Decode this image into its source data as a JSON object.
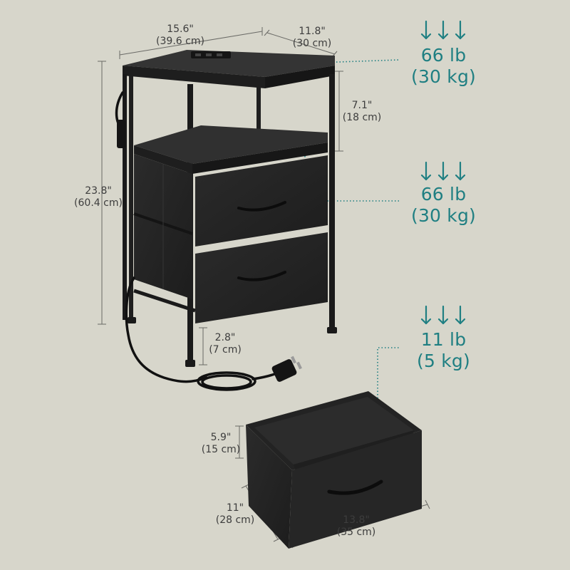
{
  "colors": {
    "background": "#d7d6cb",
    "accent": "#1f7f82",
    "dimension_text": "#3d3d3d",
    "furniture": "#262626"
  },
  "dimensions": {
    "top_width": {
      "in": "15.6\"",
      "cm": "(39.6 cm)"
    },
    "top_depth": {
      "in": "11.8\"",
      "cm": "(30 cm)"
    },
    "height": {
      "in": "23.8\"",
      "cm": "(60.4 cm)"
    },
    "shelf_gap": {
      "in": "7.1\"",
      "cm": "(18 cm)"
    },
    "leg_height": {
      "in": "2.8\"",
      "cm": "(7 cm)"
    },
    "drawer_height": {
      "in": "5.9\"",
      "cm": "(15 cm)"
    },
    "drawer_depth": {
      "in": "11\"",
      "cm": "(28 cm)"
    },
    "drawer_width": {
      "in": "13.8\"",
      "cm": "(35 cm)"
    }
  },
  "load_capacity": {
    "top_shelf": {
      "lb": "66 lb",
      "kg": "(30 kg)"
    },
    "middle_shelf": {
      "lb": "66 lb",
      "kg": "(30 kg)"
    },
    "drawer": {
      "lb": "11 lb",
      "kg": "(5 kg)"
    }
  },
  "icons": {
    "load": "down-arrows-icon"
  }
}
